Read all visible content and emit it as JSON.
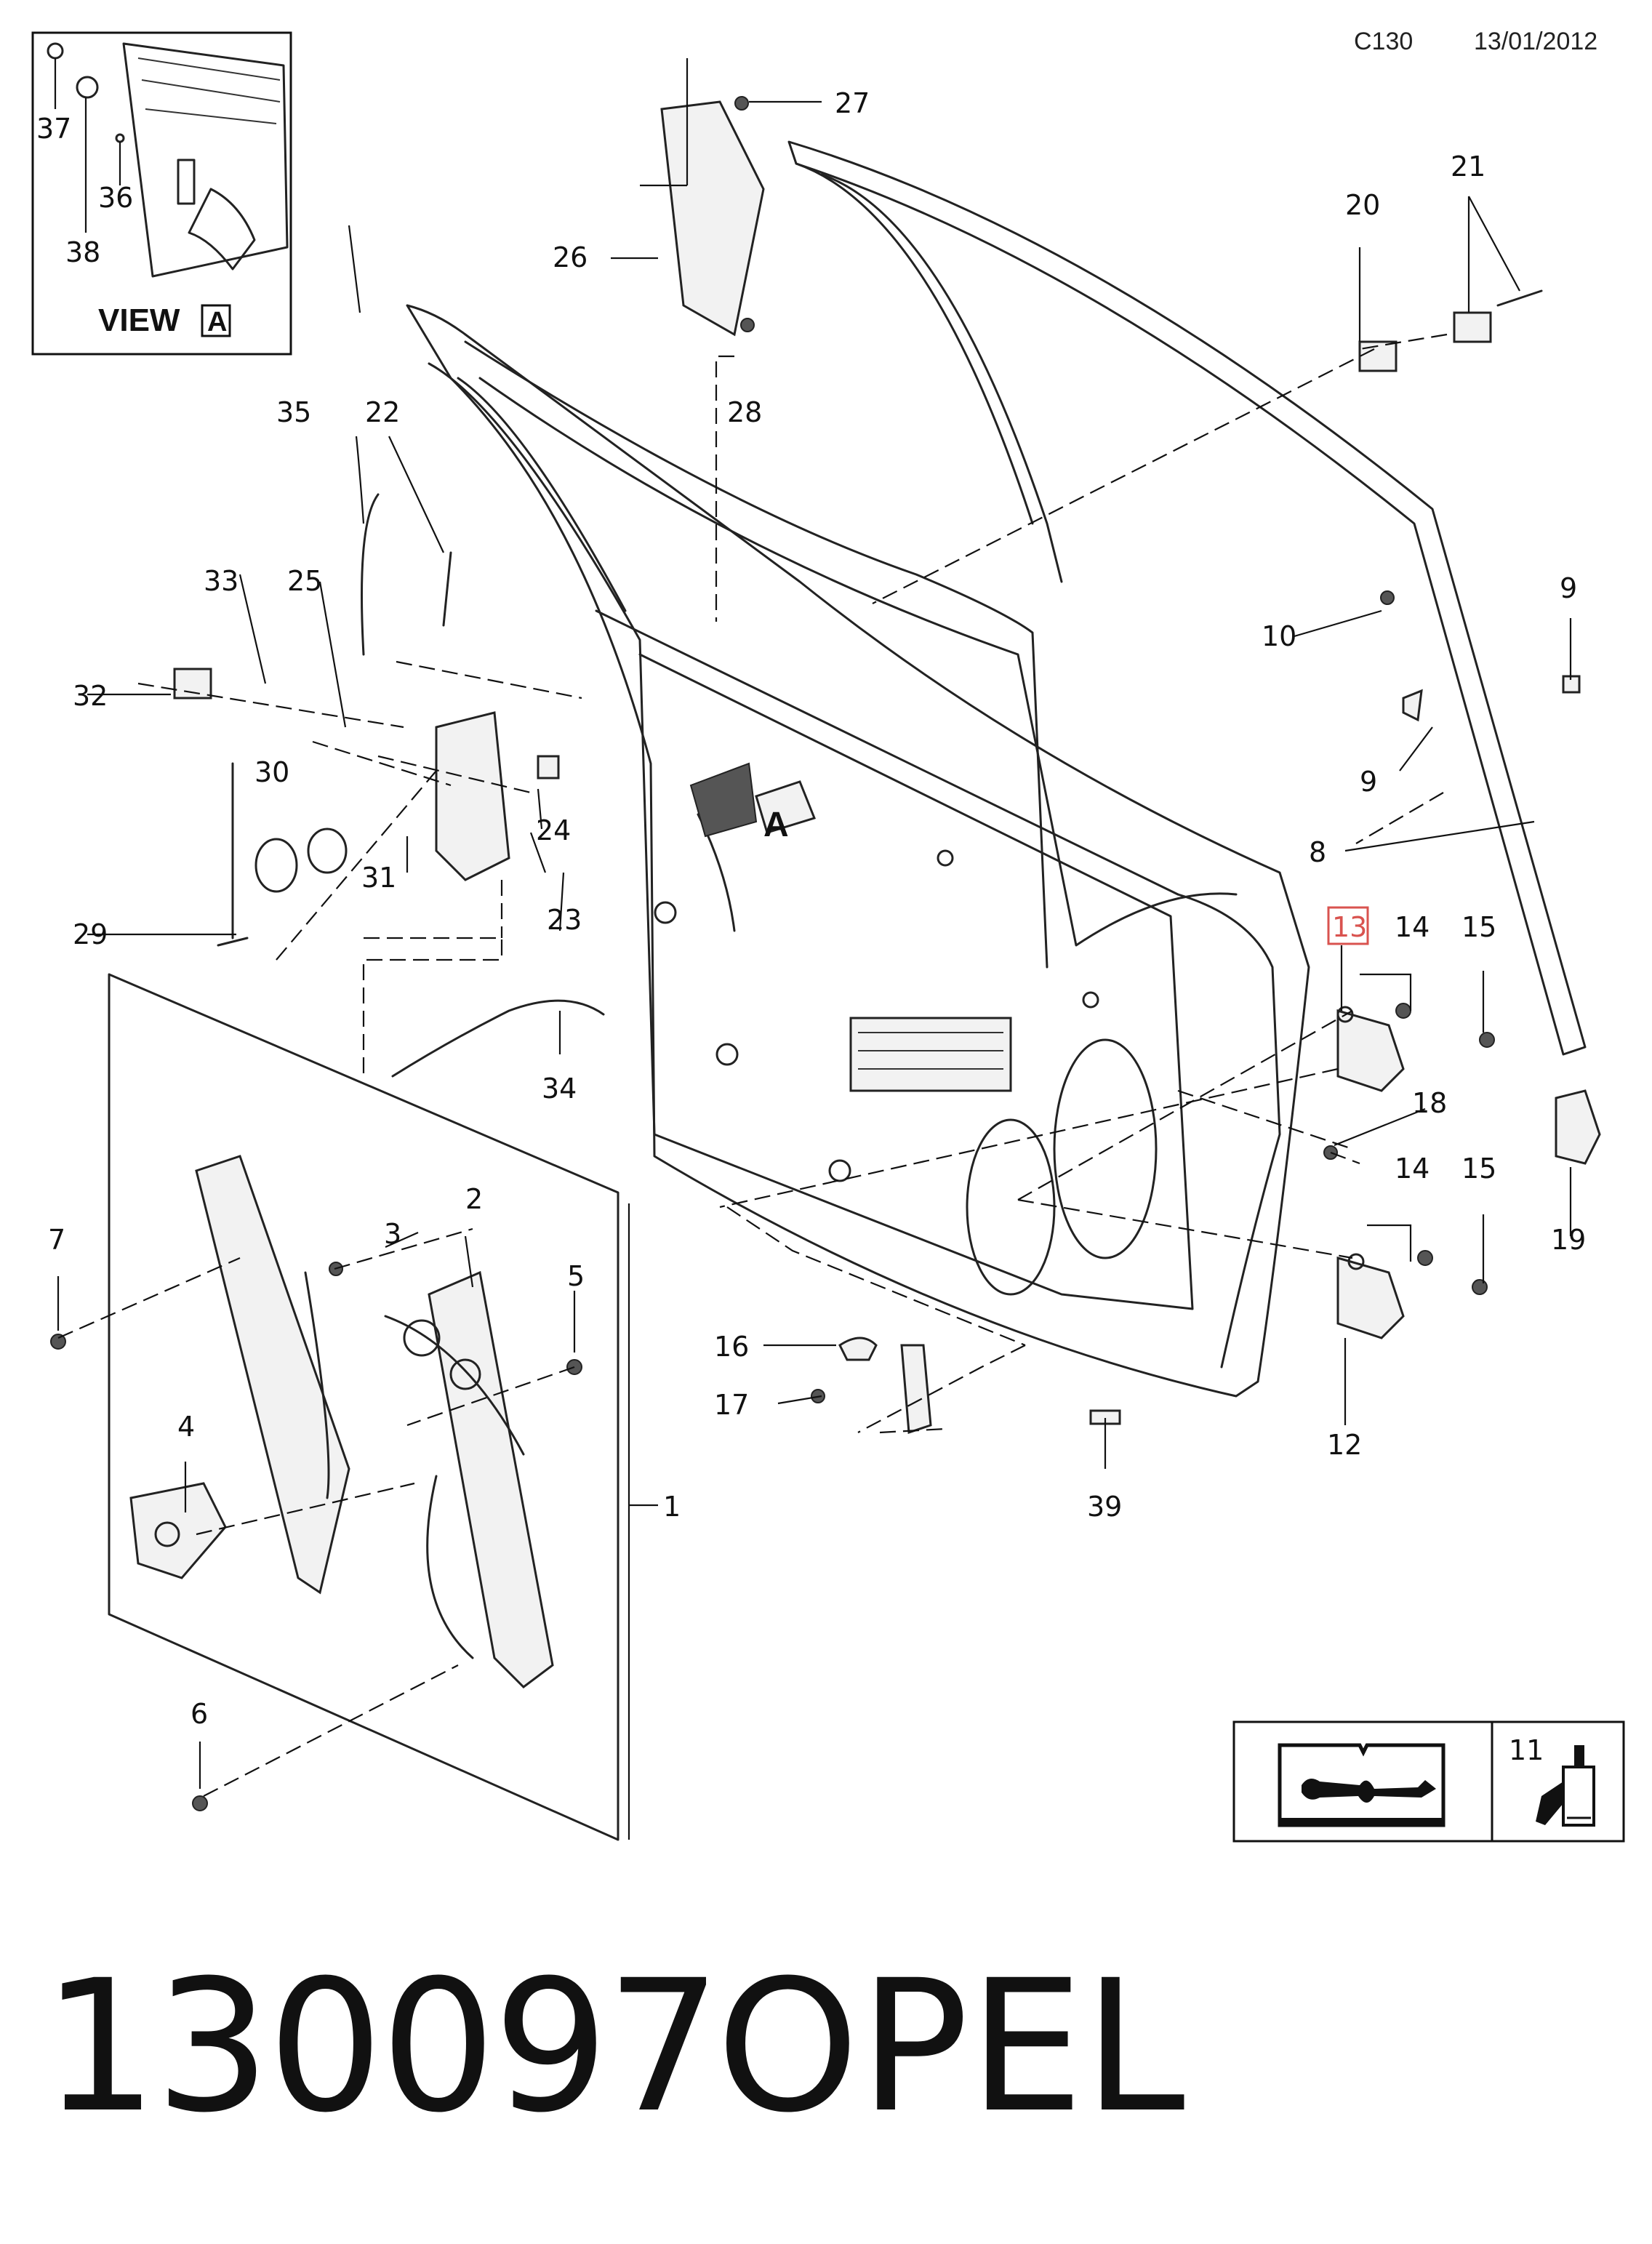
{
  "header": {
    "code": "C130",
    "date": "13/01/2012"
  },
  "view_inset": {
    "label": "VIEW",
    "letter": "A",
    "callouts": [
      "37",
      "36",
      "38"
    ]
  },
  "view_marker": {
    "letter": "A"
  },
  "callouts": {
    "c1": "1",
    "c2": "2",
    "c3": "3",
    "c4": "4",
    "c5": "5",
    "c6": "6",
    "c7": "7",
    "c8": "8",
    "c9a": "9",
    "c9b": "9",
    "c10": "10",
    "c11": "11",
    "c12": "12",
    "c13": "13",
    "c14a": "14",
    "c14b": "14",
    "c15a": "15",
    "c15b": "15",
    "c16": "16",
    "c17": "17",
    "c18": "18",
    "c19": "19",
    "c20": "20",
    "c21": "21",
    "c22": "22",
    "c23": "23",
    "c24": "24",
    "c25": "25",
    "c26": "26",
    "c27": "27",
    "c28": "28",
    "c29": "29",
    "c30": "30",
    "c31": "31",
    "c32": "32",
    "c33": "33",
    "c34": "34",
    "c35": "35",
    "c39": "39"
  },
  "highlighted_callout": "13",
  "highlight_color": "#d9534f",
  "footer": {
    "number": "130097",
    "brand": "OPEL"
  },
  "icons": [
    "service-manual-icon",
    "sealant-tube-icon"
  ]
}
